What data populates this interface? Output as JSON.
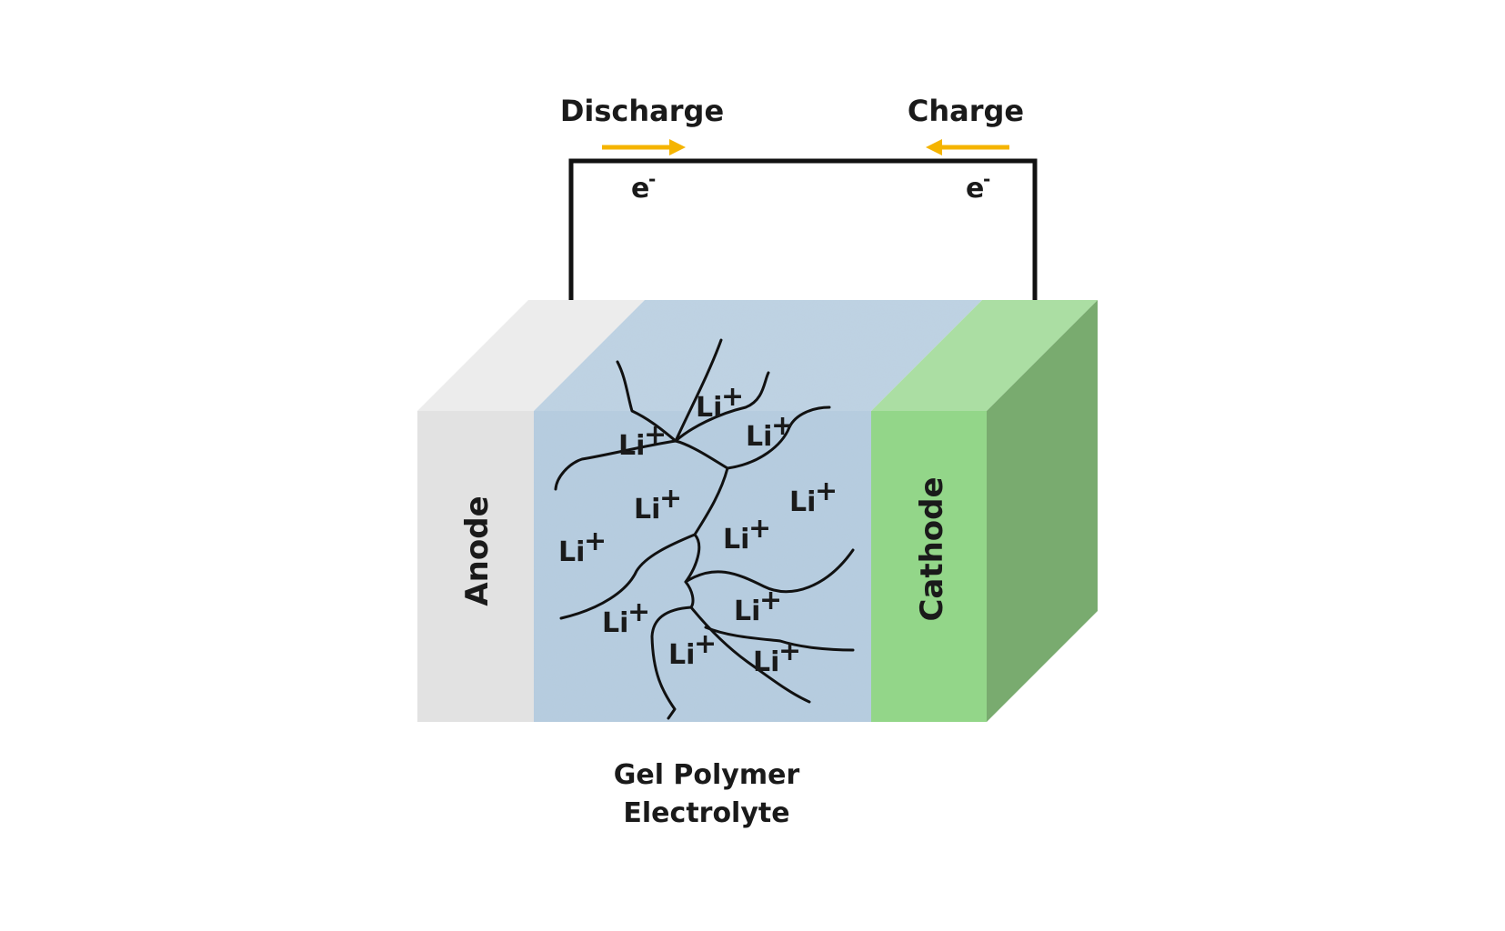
{
  "labels": {
    "discharge": "Discharge",
    "charge": "Charge",
    "electron": "e",
    "electron_charge": "-",
    "anode": "Anode",
    "cathode": "Cathode",
    "electrolyte_line1": "Gel Polymer",
    "electrolyte_line2": "Electrolyte",
    "ion": "Li",
    "ion_charge": "+"
  },
  "colors": {
    "arrow": "#f5b400",
    "wire": "#111111",
    "anode_front": "#e2e2e2",
    "anode_top": "#ececec",
    "electrolyte": "#b6cde0",
    "electrolyte_top": "#bfd3e4",
    "cathode_front": "#93d689",
    "cathode_top": "#abdea3",
    "cathode_side": "#79ab6f",
    "polymer": "#111111"
  },
  "icons": {
    "discharge_arrow": "arrow-right-icon",
    "charge_arrow": "arrow-left-icon"
  }
}
